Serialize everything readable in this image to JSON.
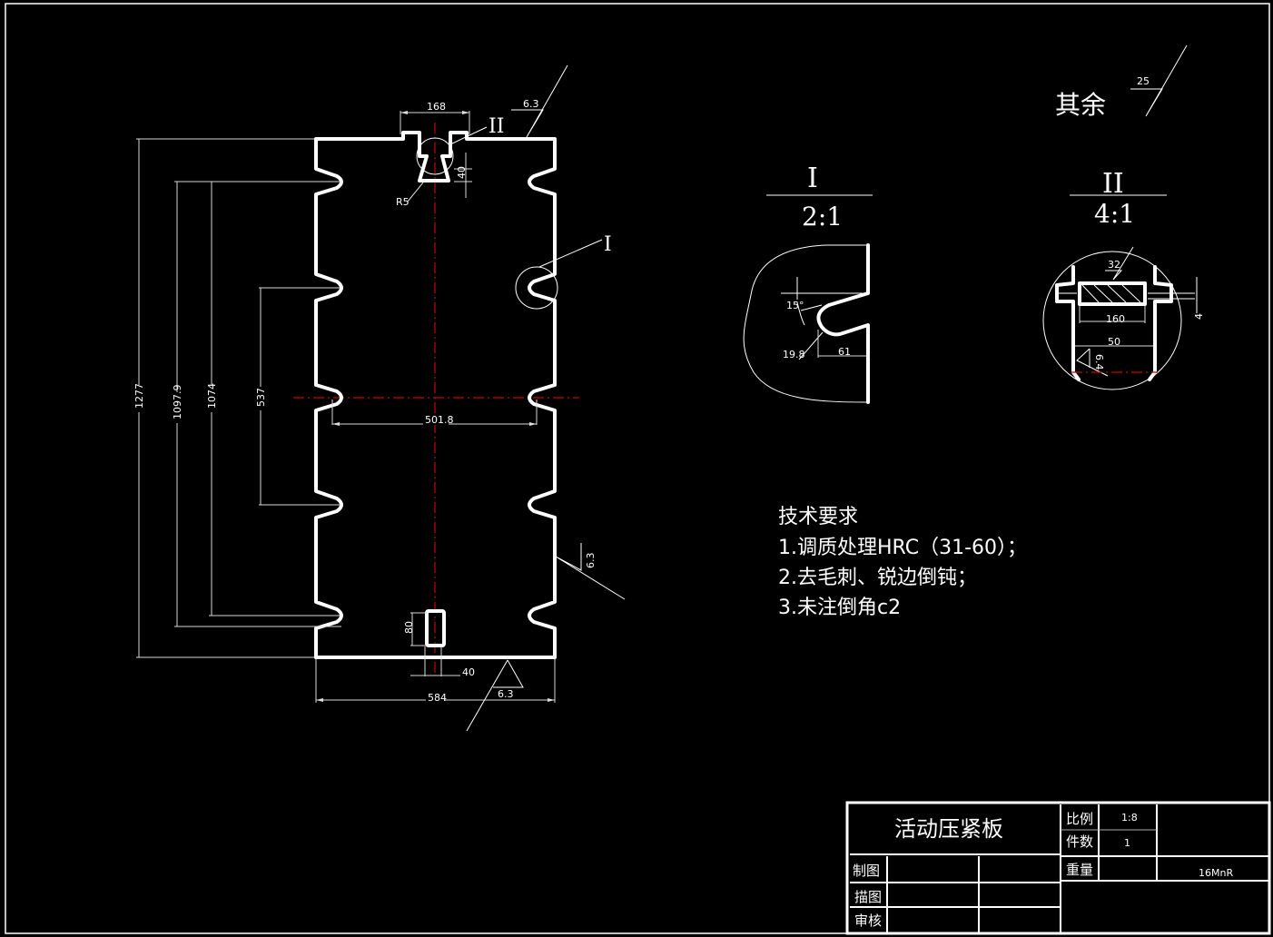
{
  "drawing": {
    "title": "活动压紧板",
    "general_roughness_label": "其余",
    "general_roughness_value": "25",
    "main_view": {
      "roughness_top": "6.3",
      "roughness_right": "6.3",
      "roughness_bottom": "6.3",
      "dim_top_slot_width": "168",
      "dim_slot_depth": "40",
      "dim_radius": "R5",
      "dim_overall_height": "1277",
      "dim_slot_span_outer": "1097.9",
      "dim_slot_span_inner": "1074",
      "dim_slot_span_mid": "537",
      "dim_inner_width": "501.8",
      "dim_bottom_slot_height": "80",
      "dim_bottom_slot_width": "40",
      "dim_overall_width": "584",
      "callout_I": "I",
      "callout_II": "II"
    },
    "detail_I": {
      "label": "I",
      "scale": "2:1",
      "angle": "15°",
      "radius": "19.8",
      "depth": "61"
    },
    "detail_II": {
      "label": "II",
      "scale": "4:1",
      "roughness": "32",
      "width_outer": "160",
      "width_inner": "50",
      "thickness": "4",
      "roughness_side": "6.4"
    },
    "tech_requirements": {
      "heading": "技术要求",
      "items": [
        "1.调质处理HRC（31-60）；",
        "2.去毛刺、锐边倒钝；",
        "3.未注倒角c2"
      ]
    },
    "title_block": {
      "part_name": "活动压紧板",
      "scale_label": "比例",
      "scale_value": "1:8",
      "quantity_label": "件数",
      "quantity_value": "1",
      "weight_label": "重量",
      "weight_value": "",
      "material": "16MnR",
      "drawn_label": "制图",
      "traced_label": "描图",
      "checked_label": "审核"
    }
  }
}
